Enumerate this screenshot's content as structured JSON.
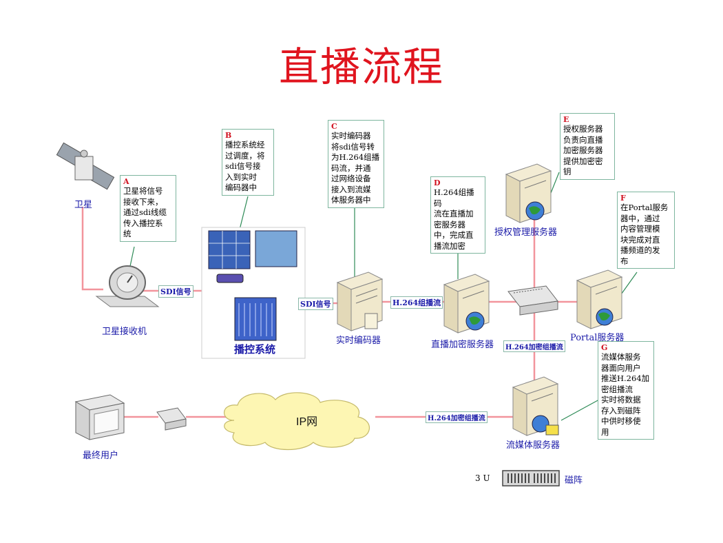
{
  "title": "直播流程",
  "labels": {
    "satellite": "卫星",
    "receiver": "卫星接收机",
    "control": "播控系统",
    "encoder": "实时编码器",
    "encrypt": "直播加密服务器",
    "auth": "授权管理服务器",
    "portal": "Portal服务器",
    "streaming": "流媒体服务器",
    "user": "最终用户",
    "ipnet": "IP网",
    "disk_units": "3 U",
    "disk": "磁阵"
  },
  "link_tags": {
    "sdi1": "SDI信号",
    "sdi2": "SDI信号",
    "h264": "H.264组播流",
    "h264enc": "H.264加密组播流",
    "h264enc2": "H.264加密组播流"
  },
  "notes": {
    "a": {
      "key": "A",
      "text": "卫星将信号\n接收下来，\n通过sdi线缆\n传入播控系\n统"
    },
    "b": {
      "key": "B",
      "text": "播控系统经\n过调度，将\nsdi信号接\n入到实时\n编码器中"
    },
    "c": {
      "key": "C",
      "text": "实时编码器\n将sdi信号转\n为H.264组播\n码流，并通\n过网络设备\n接入到流媒\n体服务器中"
    },
    "d": {
      "key": "D",
      "text": "H.264组播码\n流在直播加\n密服务器\n中，完成直\n播流加密"
    },
    "e": {
      "key": "E",
      "text": "授权服务器\n负责向直播\n加密服务器\n提供加密密\n钥"
    },
    "f": {
      "key": "F",
      "text": "在Portal服务\n器中，通过\n内容管理模\n块完成对直\n播频道的发\n布"
    },
    "g": {
      "key": "G",
      "text": "流媒体服务\n器面向用户\n推送H.264加\n密组播流\n实时将数据\n存入到磁阵\n中供时移使\n用"
    }
  },
  "colors": {
    "title": "#e0141e",
    "wire": "#f2949c",
    "leader": "#2e8b57",
    "label": "#1a1aa8",
    "note_border": "#7db59e"
  }
}
